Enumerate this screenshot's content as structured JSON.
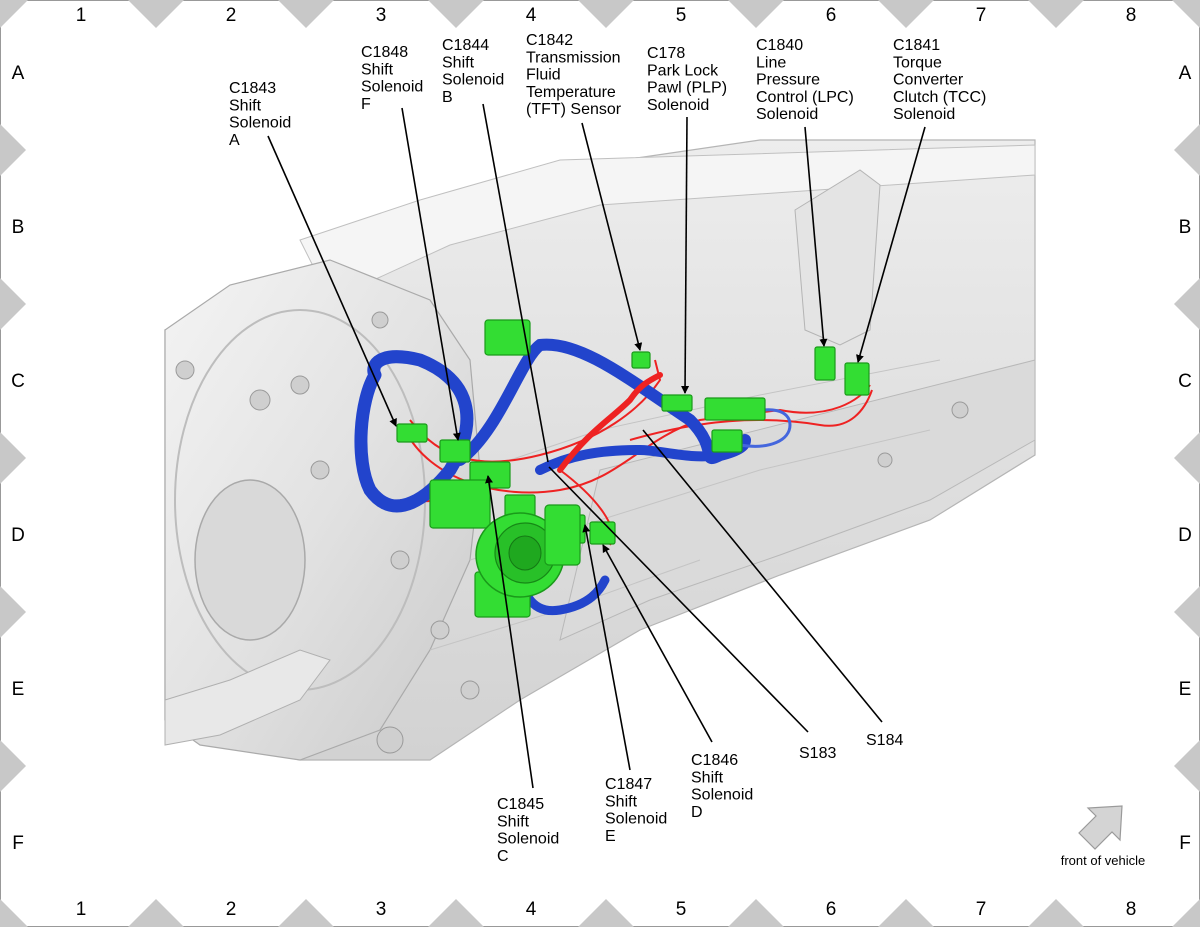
{
  "grid": {
    "columns": [
      "1",
      "2",
      "3",
      "4",
      "5",
      "6",
      "7",
      "8"
    ],
    "rows": [
      "A",
      "B",
      "C",
      "D",
      "E",
      "F"
    ]
  },
  "callouts": [
    {
      "id": "c1843",
      "lines": [
        "C1843",
        "Shift",
        "Solenoid",
        "A"
      ]
    },
    {
      "id": "c1848",
      "lines": [
        "C1848",
        "Shift",
        "Solenoid",
        "F"
      ]
    },
    {
      "id": "c1844",
      "lines": [
        "C1844",
        "Shift",
        "Solenoid",
        "B"
      ]
    },
    {
      "id": "c1842",
      "lines": [
        "C1842",
        "Transmission",
        "Fluid",
        "Temperature",
        "(TFT) Sensor"
      ]
    },
    {
      "id": "c178",
      "lines": [
        "C178",
        "Park Lock",
        "Pawl (PLP)",
        "Solenoid"
      ]
    },
    {
      "id": "c1840",
      "lines": [
        "C1840",
        "Line",
        "Pressure",
        "Control (LPC)",
        "Solenoid"
      ]
    },
    {
      "id": "c1841",
      "lines": [
        "C1841",
        "Torque",
        "Converter",
        "Clutch (TCC)",
        "Solenoid"
      ]
    },
    {
      "id": "c1845",
      "lines": [
        "C1845",
        "Shift",
        "Solenoid",
        "C"
      ]
    },
    {
      "id": "c1847",
      "lines": [
        "C1847",
        "Shift",
        "Solenoid",
        "E"
      ]
    },
    {
      "id": "c1846",
      "lines": [
        "C1846",
        "Shift",
        "Solenoid",
        "D"
      ]
    },
    {
      "id": "s183",
      "lines": [
        "S183"
      ]
    },
    {
      "id": "s184",
      "lines": [
        "S184"
      ]
    }
  ],
  "orientation": {
    "label": "front of vehicle",
    "icon": "arrow-up-right-icon"
  },
  "colors": {
    "connector": "#33dd33",
    "connector_dark": "#1a9a1a",
    "harness_blue": "#2244cc",
    "harness_red": "#ee2222",
    "housing": "#e6e6e6",
    "housing_shade": "#cfcfcf",
    "frame_diamond": "#c8c8c8"
  }
}
